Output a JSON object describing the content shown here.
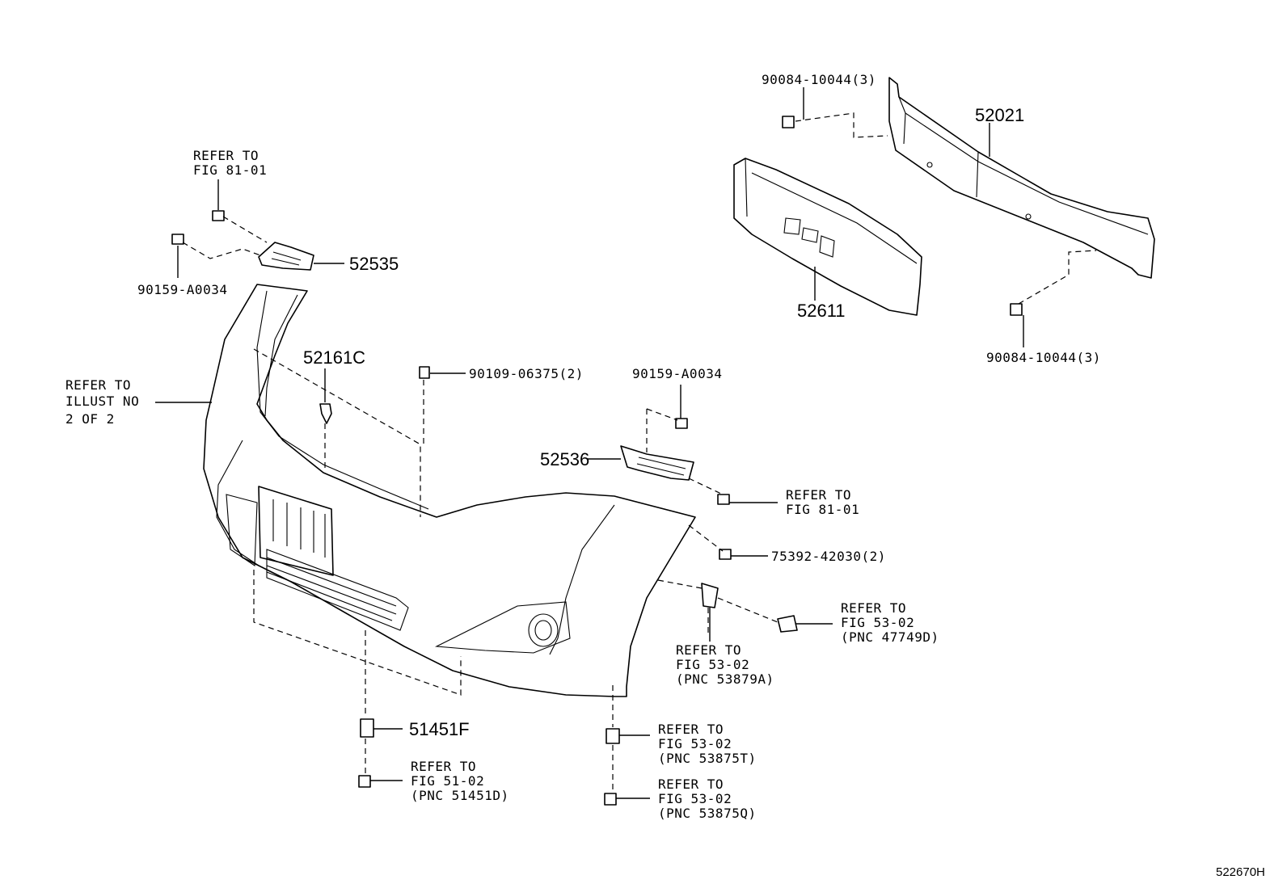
{
  "diagram": {
    "figure_id": "522670H",
    "labels": {
      "refer_81_01_top": [
        "REFER TO",
        "FIG 81-01"
      ],
      "p90159_left": "90159-A0034",
      "p52535": "52535",
      "refer_illust": [
        "REFER TO",
        "ILLUST NO",
        "2 OF 2"
      ],
      "p52161c": "52161C",
      "p90109": "90109-06375(2)",
      "p90159_right": "90159-A0034",
      "p52536": "52536",
      "refer_81_01_right": [
        "REFER TO",
        "FIG 81-01"
      ],
      "p75392": "75392-42030(2)",
      "refer_53879a": [
        "REFER TO",
        "FIG 53-02",
        "(PNC 53879A)"
      ],
      "refer_47749d": [
        "REFER TO",
        "FIG 53-02",
        "(PNC 47749D)"
      ],
      "p51451f": "51451F",
      "refer_51451d": [
        "REFER TO",
        "FIG 51-02",
        "(PNC 51451D)"
      ],
      "refer_53875t": [
        "REFER TO",
        "FIG 53-02",
        "(PNC 53875T)"
      ],
      "refer_53875q": [
        "REFER TO",
        "FIG 53-02",
        "(PNC 53875Q)"
      ],
      "p90084_top": "90084-10044(3)",
      "p52021": "52021",
      "p52611": "52611",
      "p90084_bottom": "90084-10044(3)"
    }
  }
}
